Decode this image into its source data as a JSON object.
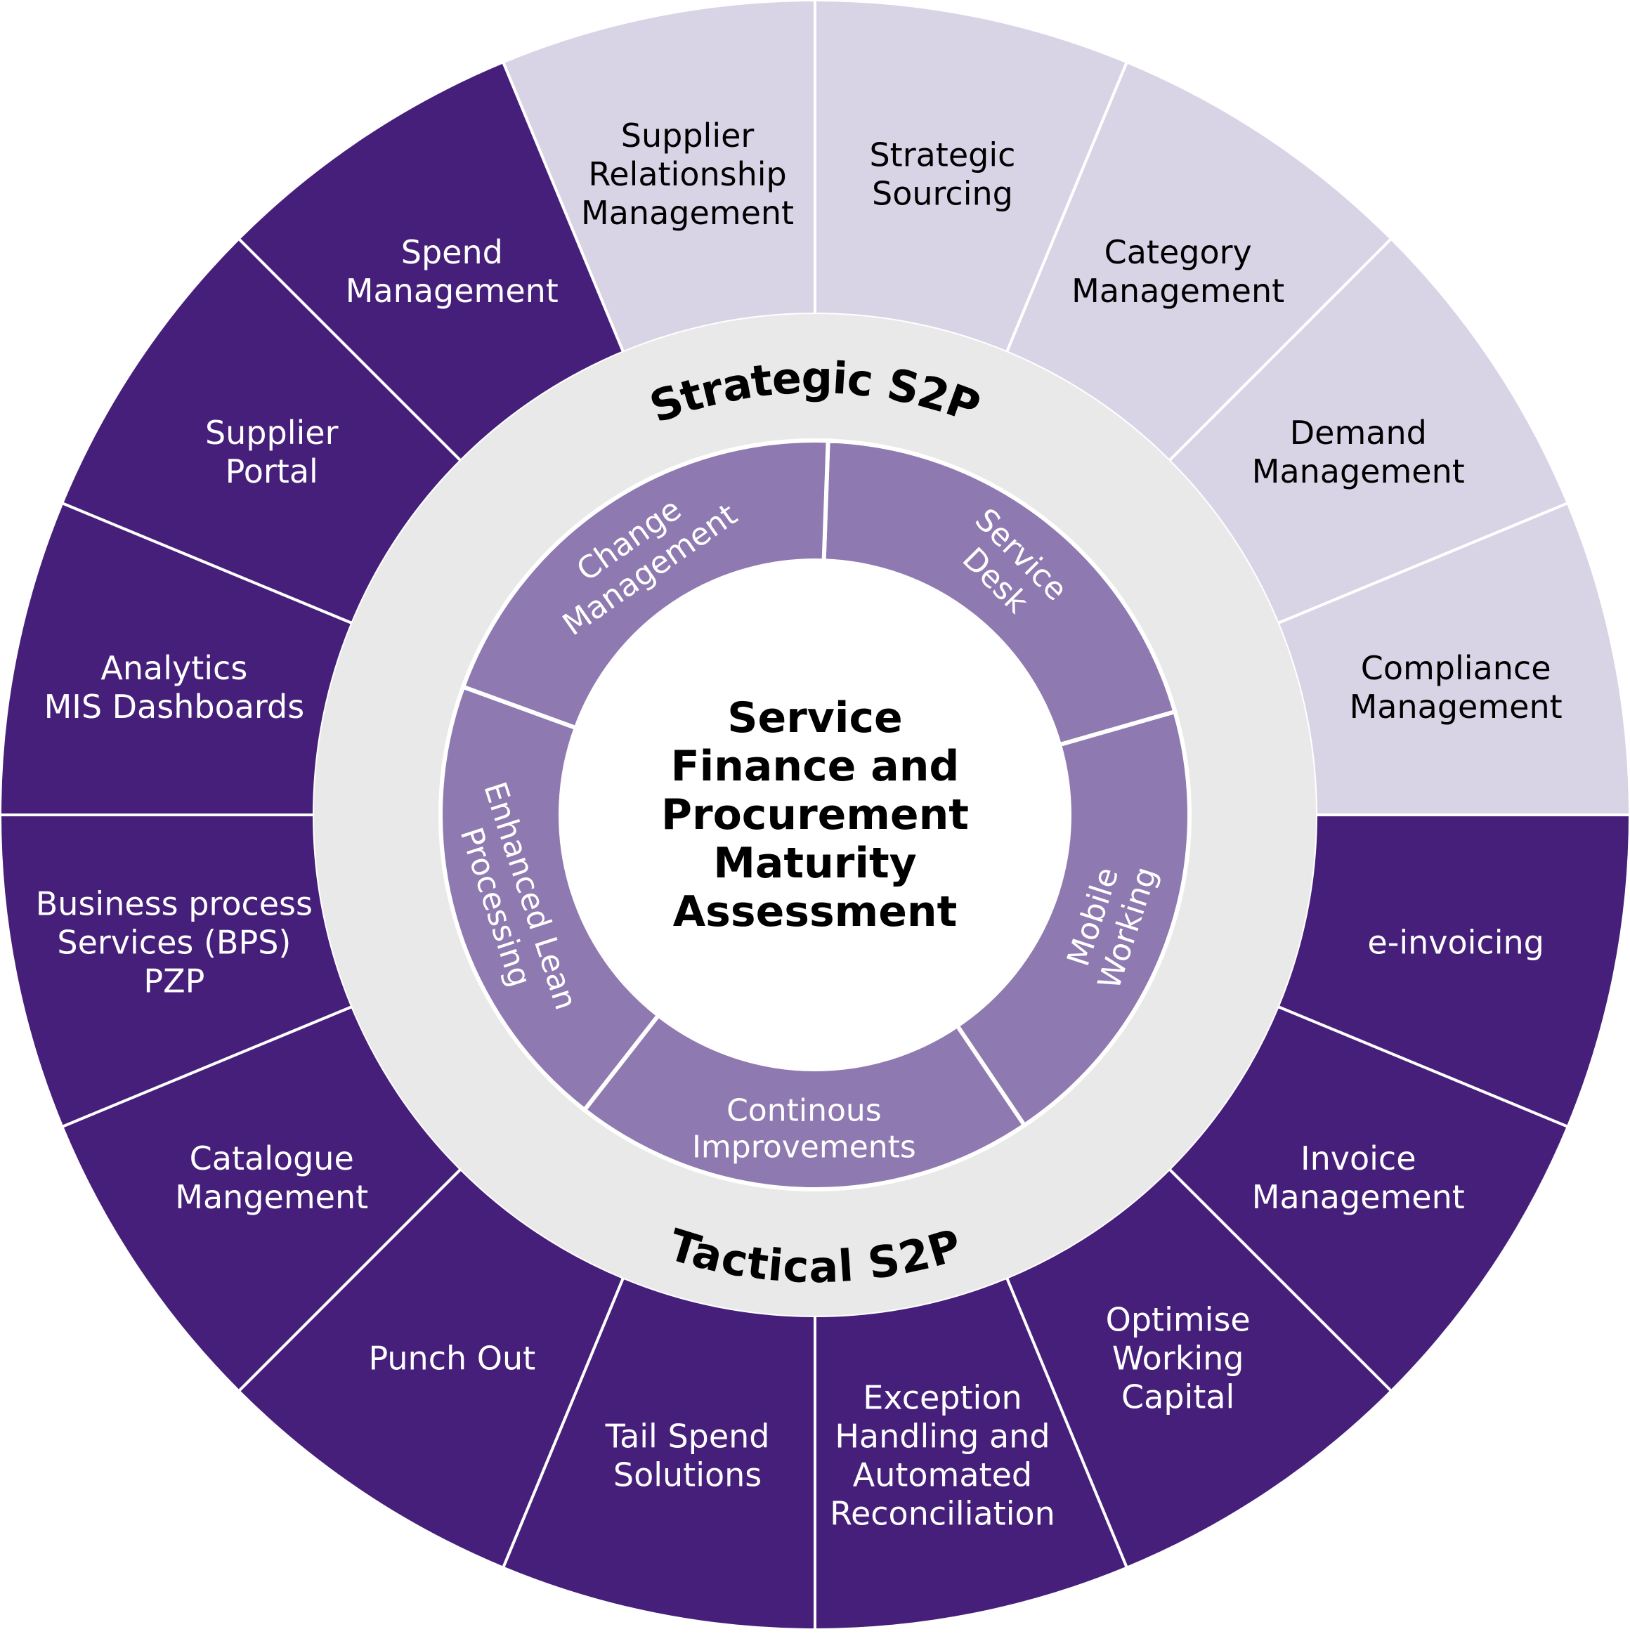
{
  "center_title": [
    "Service",
    "Finance and",
    "Procurement",
    "Maturity",
    "Assessment"
  ],
  "ring_labels": {
    "top": "Strategic S2P",
    "bottom": "Tactical S2P"
  },
  "colors": {
    "strategic_fill": "#d9d3e6",
    "strategic_text": "#000000",
    "tactical_fill": "#461f7a",
    "tactical_text": "#ffffff",
    "middle_ring": "#e9e9ea",
    "inner_ring": "#8e79b0",
    "inner_text": "#ffffff",
    "separator": "#ffffff"
  },
  "outer_segments": [
    {
      "id": "supplier-relationship-management",
      "type": "strategic",
      "lines": [
        "Supplier",
        "Relationship",
        "Management"
      ]
    },
    {
      "id": "strategic-sourcing",
      "type": "strategic",
      "lines": [
        "Strategic",
        "Sourcing"
      ]
    },
    {
      "id": "category-management",
      "type": "strategic",
      "lines": [
        "Category",
        "Management"
      ]
    },
    {
      "id": "demand-management",
      "type": "strategic",
      "lines": [
        "Demand",
        "Management"
      ]
    },
    {
      "id": "compliance-management",
      "type": "strategic",
      "lines": [
        "Compliance",
        "Management"
      ]
    },
    {
      "id": "e-invoicing",
      "type": "tactical",
      "lines": [
        "e-invoicing"
      ]
    },
    {
      "id": "invoice-management",
      "type": "tactical",
      "lines": [
        "Invoice",
        "Management"
      ]
    },
    {
      "id": "optimise-working-capital",
      "type": "tactical",
      "lines": [
        "Optimise",
        "Working",
        "Capital"
      ]
    },
    {
      "id": "exception-handling",
      "type": "tactical",
      "lines": [
        "Exception",
        "Handling and",
        "Automated",
        "Reconciliation"
      ]
    },
    {
      "id": "tail-spend-solutions",
      "type": "tactical",
      "lines": [
        "Tail Spend",
        "Solutions"
      ]
    },
    {
      "id": "punch-out",
      "type": "tactical",
      "lines": [
        "Punch Out"
      ]
    },
    {
      "id": "catalogue-mangement",
      "type": "tactical",
      "lines": [
        "Catalogue",
        "Mangement"
      ]
    },
    {
      "id": "business-process-services",
      "type": "tactical",
      "lines": [
        "Business process",
        "Services (BPS)",
        "PZP"
      ]
    },
    {
      "id": "analytics-mis-dashboards",
      "type": "tactical",
      "lines": [
        "Analytics",
        "MIS Dashboards"
      ]
    },
    {
      "id": "supplier-portal",
      "type": "tactical",
      "lines": [
        "Supplier",
        "Portal"
      ]
    },
    {
      "id": "spend-management",
      "type": "tactical",
      "lines": [
        "Spend",
        "Management"
      ]
    }
  ],
  "inner_segments": [
    {
      "id": "service-desk",
      "lines": [
        "Service",
        "Desk"
      ]
    },
    {
      "id": "mobile-working",
      "lines": [
        "Mobile",
        "Working"
      ]
    },
    {
      "id": "continous-improvements",
      "lines": [
        "Continous",
        "Improvements"
      ]
    },
    {
      "id": "enhanced-lean-processing",
      "lines": [
        "Enhanced Lean",
        "Processing"
      ]
    },
    {
      "id": "change-management",
      "lines": [
        "Change",
        "Management"
      ]
    }
  ]
}
